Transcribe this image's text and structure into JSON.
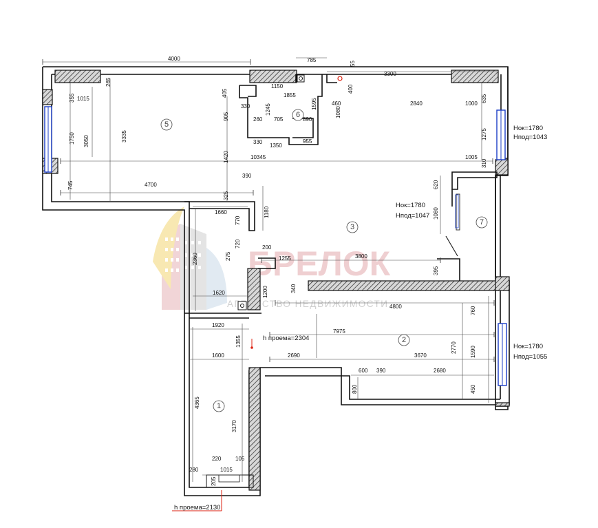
{
  "rooms": [
    "1",
    "2",
    "3",
    "5",
    "6",
    "7"
  ],
  "windows": {
    "w1": {
      "nok": "Нок=1780",
      "npod": "Нпод=1043"
    },
    "w2": {
      "nok": "Нок=1780",
      "npod": "Нпод=1047"
    },
    "w3": {
      "nok": "Нок=1780",
      "npod": "Нпод=1055"
    }
  },
  "openings": [
    "h проема=2304",
    "h проема=2130"
  ],
  "watermark": {
    "brand": "БРЕЛОК",
    "subtitle": "АГЕНТСТВО НЕДВИЖИМОСТИ"
  },
  "dimensions": {
    "top": [
      "4000",
      "785",
      "55",
      "3300",
      "265",
      "1150",
      "1855",
      "400",
      "460",
      "2840",
      "1000",
      "635",
      "405",
      "330",
      "1245",
      "1595",
      "1080"
    ],
    "left": [
      "355",
      "1015",
      "1750",
      "3050",
      "3335",
      "905",
      "745",
      "1420",
      "325"
    ],
    "room6": [
      "260",
      "705",
      "890",
      "330",
      "1350",
      "955"
    ],
    "mid": [
      "10345",
      "1005",
      "310",
      "1275",
      "4700",
      "390",
      "1180",
      "620",
      "1080",
      "1660",
      "770",
      "720",
      "2360",
      "275",
      "200",
      "1255",
      "3800",
      "395",
      "1620",
      "340",
      "1200",
      "4800",
      "760"
    ],
    "lower": [
      "1920",
      "1355",
      "1600",
      "7975",
      "2690",
      "3670",
      "2770",
      "1590",
      "600",
      "390",
      "2680",
      "800",
      "450",
      "4365",
      "3170",
      "220",
      "105",
      "280",
      "1015",
      "205"
    ]
  }
}
